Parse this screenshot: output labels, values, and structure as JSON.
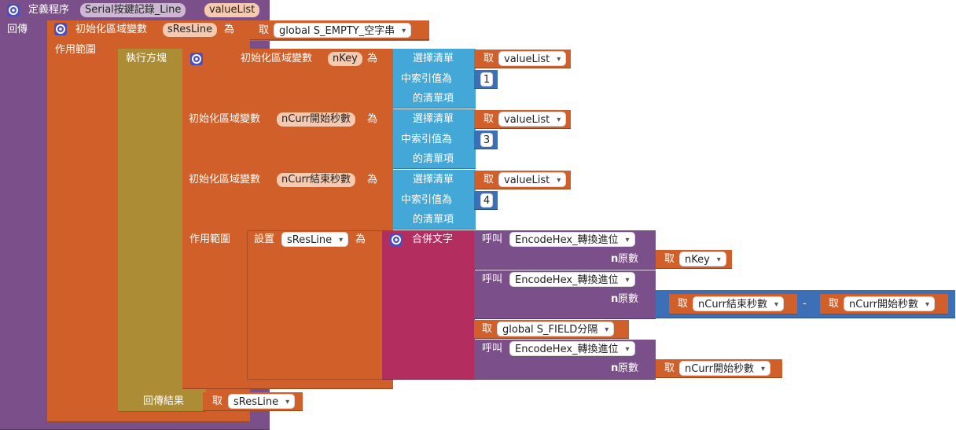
{
  "procedure": {
    "define_label": "定義程序",
    "name": "Serial按鍵記錄_Line",
    "param": "valueList",
    "return_label": "回傳"
  },
  "init_outer": {
    "label": "初始化區域變數",
    "var": "sResLine",
    "as": "為",
    "get_label": "取",
    "get_value": "global S_EMPTY_空字串",
    "scope_label": "作用範圍"
  },
  "do_block": {
    "label": "執行方塊",
    "result_label": "回傳結果",
    "get_label": "取",
    "get_value": "sResLine"
  },
  "inner_init": {
    "vars": [
      {
        "label": "初始化區域變數",
        "var": "nKey",
        "as": "為",
        "select": [
          "選擇清單",
          "中索引值為",
          "的清單項"
        ],
        "get_label": "取",
        "list": "valueList",
        "index": "1"
      },
      {
        "label": "初始化區域變數",
        "var": "nCurr開始秒數",
        "as": "為",
        "select": [
          "選擇清單",
          "中索引值為",
          "的清單項"
        ],
        "get_label": "取",
        "list": "valueList",
        "index": "3"
      },
      {
        "label": "初始化區域變數",
        "var": "nCurr結束秒數",
        "as": "為",
        "select": [
          "選擇清單",
          "中索引值為",
          "的清單項"
        ],
        "get_label": "取",
        "list": "valueList",
        "index": "4"
      }
    ],
    "scope_label": "作用範圍"
  },
  "set_block": {
    "label": "設置",
    "var": "sResLine",
    "as": "為",
    "join_label": "合併文字"
  },
  "join_items": {
    "call1": {
      "call": "呼叫",
      "proc": "EncodeHex_轉換進位",
      "n_prefix": "n",
      "param": "原數",
      "get_label": "取",
      "value": "nKey"
    },
    "call2": {
      "call": "呼叫",
      "proc": "EncodeHex_轉換進位",
      "n_prefix": "n",
      "param": "原數",
      "get_label": "取",
      "left": "nCurr結束秒數",
      "minus": "-",
      "right": "nCurr開始秒數"
    },
    "field": {
      "get_label": "取",
      "value": "global S_FIELD分隔"
    },
    "call3": {
      "call": "呼叫",
      "proc": "EncodeHex_轉換進位",
      "n_prefix": "n",
      "param": "原數",
      "get_label": "取",
      "value": "nCurr開始秒數"
    }
  }
}
